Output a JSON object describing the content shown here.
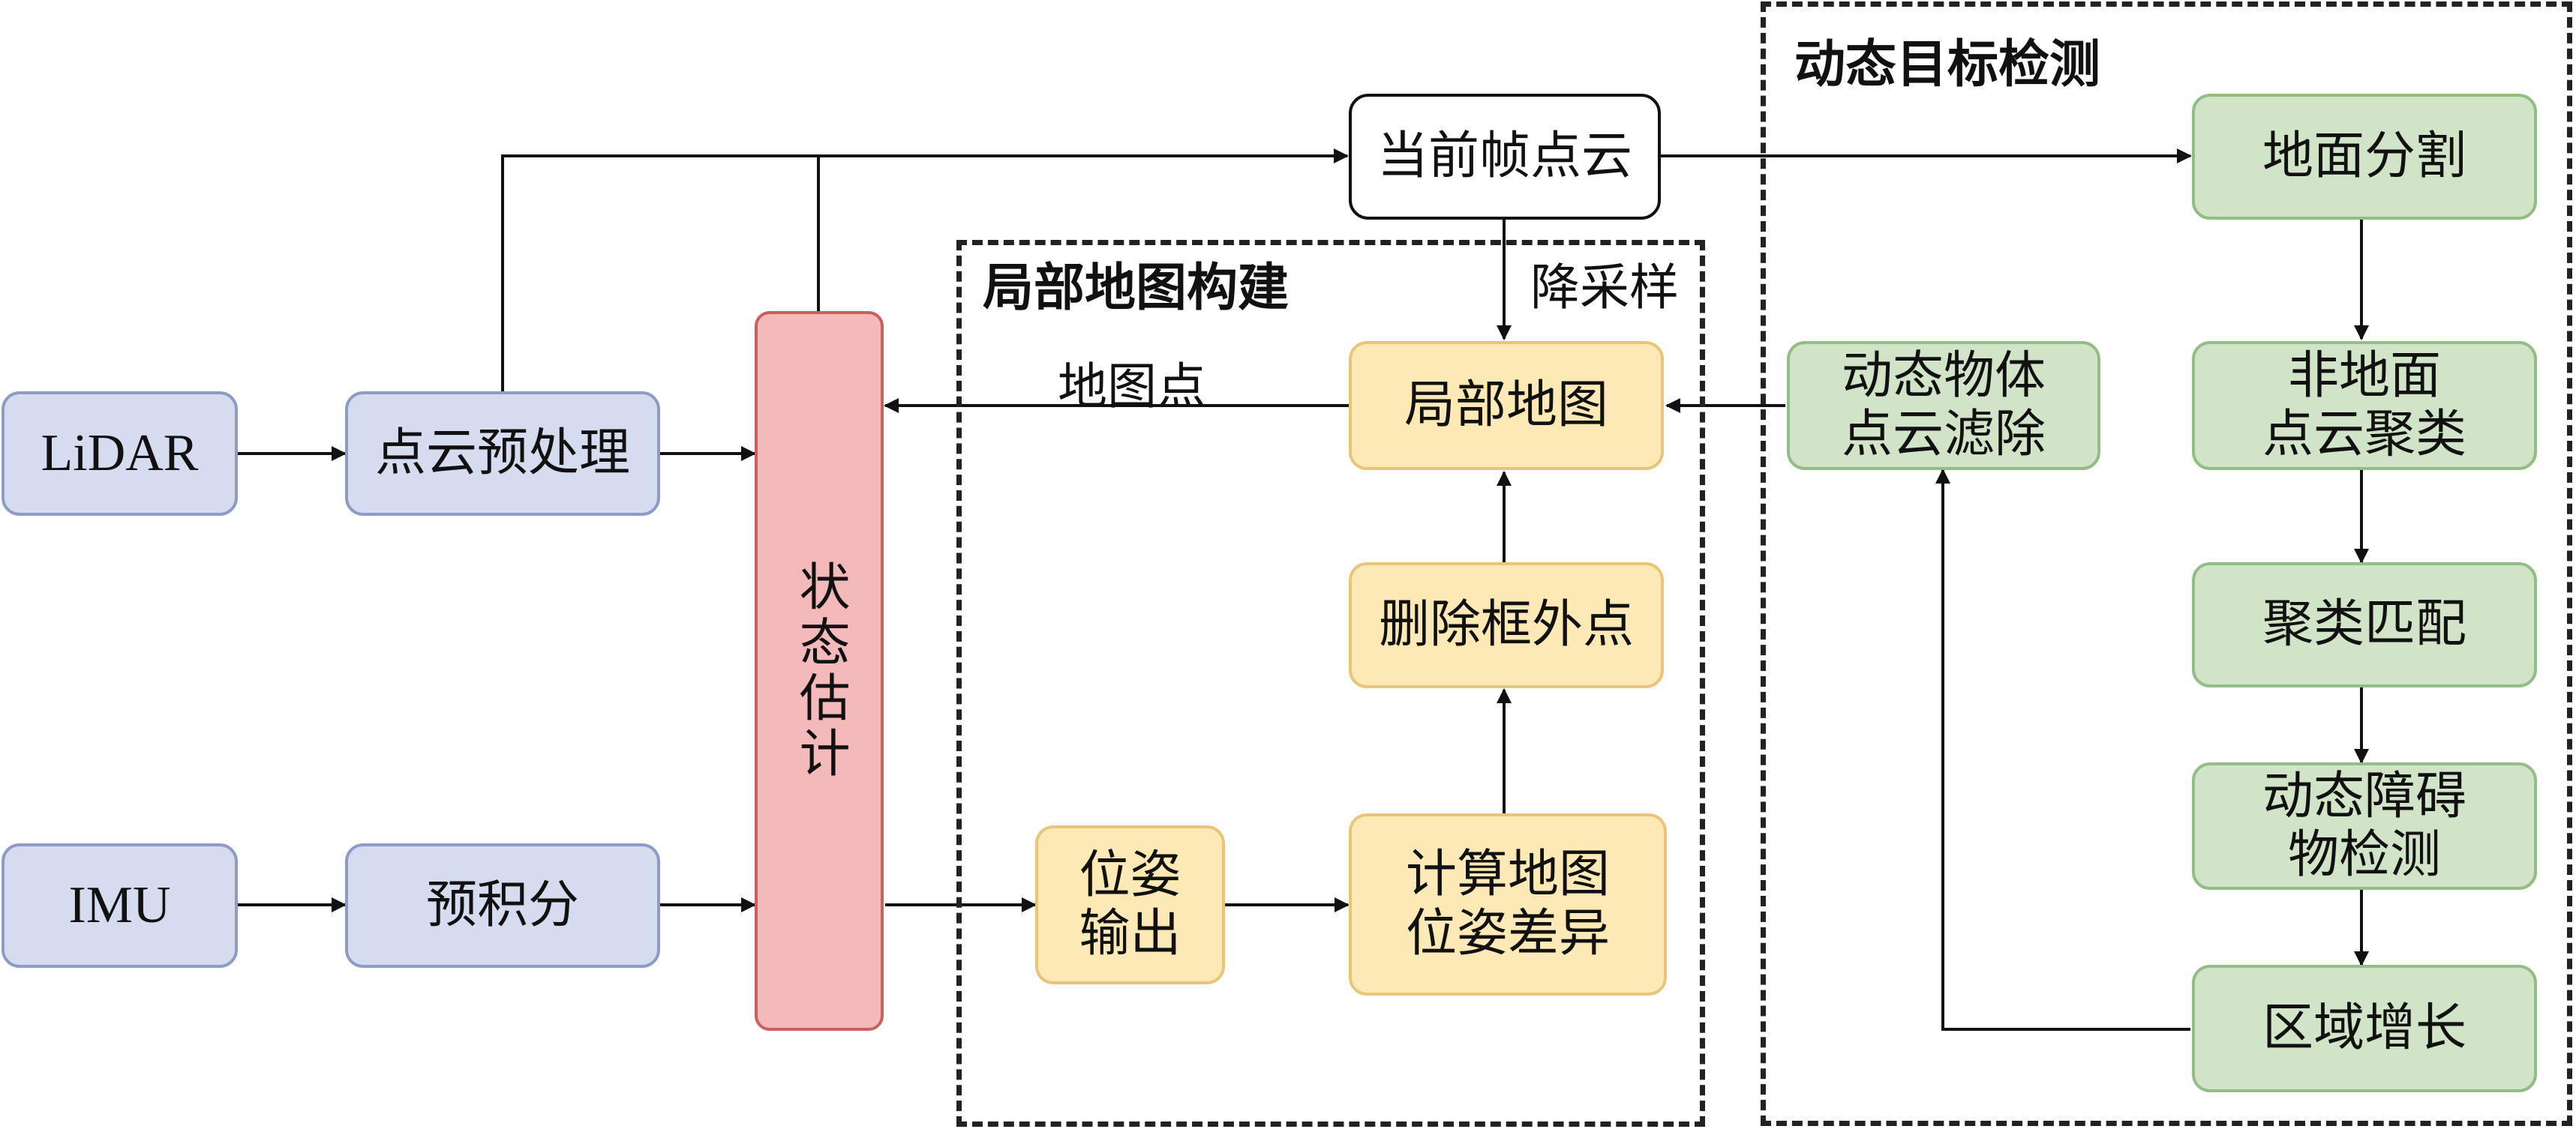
{
  "regions": {
    "local_map": "局部地图构建",
    "dynamic_detection": "动态目标检测"
  },
  "nodes": {
    "lidar": "LiDAR",
    "imu": "IMU",
    "pointcloud_preprocess": "点云预处理",
    "preintegration": "预积分",
    "state_estimation": "状态估计",
    "current_frame_cloud": "当前帧点云",
    "local_map": "局部地图",
    "remove_outside_points": "删除框外点",
    "compute_map_pose_diff": "计算地图\n位姿差异",
    "pose_output": "位姿\n输出",
    "ground_segmentation": "地面分割",
    "nonground_clustering": "非地面\n点云聚类",
    "cluster_matching": "聚类匹配",
    "dynamic_obstacle_detection": "动态障碍\n物检测",
    "region_growing": "区域增长",
    "dynamic_object_filtering": "动态物体\n点云滤除"
  },
  "edge_labels": {
    "downsample": "降采样",
    "map_points": "地图点"
  },
  "colors": {
    "sensor_fill": "#d6dcef",
    "local_map_fill": "#fde9b5",
    "dynamic_fill": "#d2e4c8",
    "state_fill": "#f4b9ba",
    "line": "#111111"
  }
}
